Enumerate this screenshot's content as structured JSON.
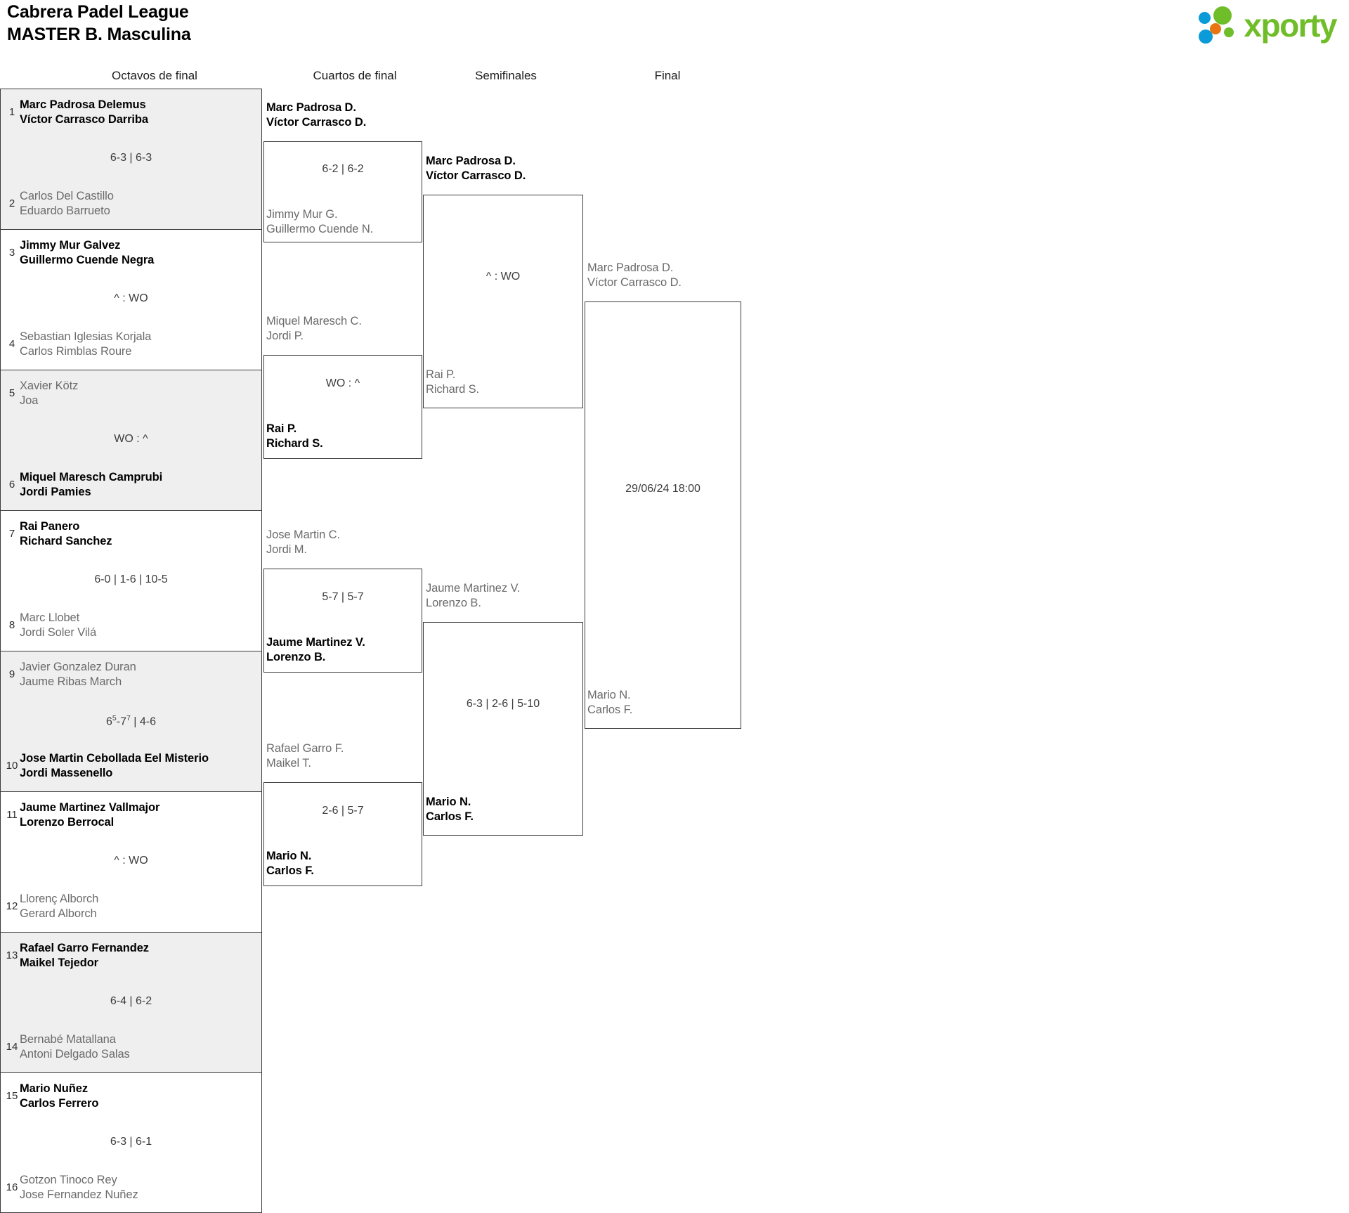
{
  "header": {
    "title_line1": "Cabrera Padel League",
    "title_line2": "MASTER B. Masculina",
    "logo_word": "xporty",
    "logo_colors": {
      "blue": "#0a9bd8",
      "orange": "#e87511",
      "green": "#6fbe29"
    }
  },
  "rounds": [
    {
      "label": "Octavos de final"
    },
    {
      "label": "Cuartos de final"
    },
    {
      "label": "Semifinales"
    },
    {
      "label": "Final"
    }
  ],
  "round1": [
    {
      "seed_top": "1",
      "top_l1": "Marc Padrosa Delemus",
      "top_l2": "Víctor Carrasco Darriba",
      "top_winner": true,
      "seed_bot": "2",
      "bot_l1": "Carlos Del Castillo",
      "bot_l2": "Eduardo Barrueto",
      "bot_winner": false,
      "score": "6-3 | 6-3",
      "score_html": "6-3 | 6-3",
      "shaded": true
    },
    {
      "seed_top": "3",
      "top_l1": "Jimmy Mur Galvez",
      "top_l2": "Guillermo Cuende Negra",
      "top_winner": true,
      "seed_bot": "4",
      "bot_l1": "Sebastian Iglesias Korjala",
      "bot_l2": "Carlos Rimblas Roure",
      "bot_winner": false,
      "score": "^ : WO",
      "score_html": "^ : WO",
      "shaded": false
    },
    {
      "seed_top": "5",
      "top_l1": "Xavier Kötz",
      "top_l2": "Joa",
      "top_winner": false,
      "seed_bot": "6",
      "bot_l1": "Miquel Maresch Camprubi",
      "bot_l2": "Jordi Pamies",
      "bot_winner": true,
      "score": "WO : ^",
      "score_html": "WO : ^",
      "shaded": true
    },
    {
      "seed_top": "7",
      "top_l1": "Rai Panero",
      "top_l2": "Richard Sanchez",
      "top_winner": true,
      "seed_bot": "8",
      "bot_l1": "Marc Llobet",
      "bot_l2": "Jordi Soler Vilá",
      "bot_winner": false,
      "score": "6-0 | 1-6 | 10-5",
      "score_html": "6-0 | 1-6 | 10-5",
      "shaded": false
    },
    {
      "seed_top": "9",
      "top_l1": "Javier Gonzalez Duran",
      "top_l2": "Jaume Ribas March",
      "top_winner": false,
      "seed_bot": "10",
      "bot_l1": "Jose Martin Cebollada Eel Misterio",
      "bot_l2": "Jordi Massenello",
      "bot_winner": true,
      "score": "65-77 | 4-6",
      "score_html": "6<sup>5</sup>-7<sup>7</sup> | 4-6",
      "shaded": true
    },
    {
      "seed_top": "11",
      "top_l1": "Jaume Martinez Vallmajor",
      "top_l2": "Lorenzo Berrocal",
      "top_winner": true,
      "seed_bot": "12",
      "bot_l1": "Llorenç Alborch",
      "bot_l2": "Gerard Alborch",
      "bot_winner": false,
      "score": "^ : WO",
      "score_html": "^ : WO",
      "shaded": false
    },
    {
      "seed_top": "13",
      "top_l1": "Rafael Garro Fernandez",
      "top_l2": "Maikel Tejedor",
      "top_winner": true,
      "seed_bot": "14",
      "bot_l1": "Bernabé Matallana",
      "bot_l2": "Antoni Delgado Salas",
      "bot_winner": false,
      "score": "6-4 | 6-2",
      "score_html": "6-4 | 6-2",
      "shaded": true
    },
    {
      "seed_top": "15",
      "top_l1": "Mario Nuñez",
      "top_l2": "Carlos Ferrero",
      "top_winner": true,
      "seed_bot": "16",
      "bot_l1": "Gotzon Tinoco Rey",
      "bot_l2": "Jose Fernandez Nuñez",
      "bot_winner": false,
      "score": "6-3 | 6-1",
      "score_html": "6-3 | 6-1",
      "shaded": false
    }
  ],
  "round2": [
    {
      "top_l1": "Marc Padrosa D.",
      "top_l2": "Víctor Carrasco D.",
      "top_winner": true,
      "bot_l1": "Jimmy Mur G.",
      "bot_l2": "Guillermo Cuende N.",
      "bot_winner": false,
      "score": "6-2 | 6-2"
    },
    {
      "top_l1": "Miquel Maresch C.",
      "top_l2": "Jordi P.",
      "top_winner": false,
      "bot_l1": "Rai P.",
      "bot_l2": "Richard S.",
      "bot_winner": true,
      "score": "WO : ^"
    },
    {
      "top_l1": "Jose Martin C.",
      "top_l2": "Jordi M.",
      "top_winner": false,
      "bot_l1": "Jaume Martinez V.",
      "bot_l2": "Lorenzo B.",
      "bot_winner": true,
      "score": "5-7 | 5-7"
    },
    {
      "top_l1": "Rafael Garro F.",
      "top_l2": "Maikel T.",
      "top_winner": false,
      "bot_l1": "Mario N.",
      "bot_l2": "Carlos F.",
      "bot_winner": true,
      "score": "2-6 | 5-7"
    }
  ],
  "round3": [
    {
      "top_l1": "Marc Padrosa D.",
      "top_l2": "Víctor Carrasco D.",
      "top_winner": true,
      "bot_l1": "Rai P.",
      "bot_l2": "Richard S.",
      "bot_winner": false,
      "score": "^ : WO"
    },
    {
      "top_l1": "Jaume Martinez V.",
      "top_l2": "Lorenzo B.",
      "top_winner": false,
      "bot_l1": "Mario N.",
      "bot_l2": "Carlos F.",
      "bot_winner": true,
      "score": "6-3 | 2-6 | 5-10"
    }
  ],
  "round4": {
    "top_l1": "Marc Padrosa D.",
    "top_l2": "Víctor Carrasco D.",
    "top_winner": false,
    "bot_l1": "Mario N.",
    "bot_l2": "Carlos F.",
    "bot_winner": false,
    "date": "29/06/24 18:00"
  }
}
